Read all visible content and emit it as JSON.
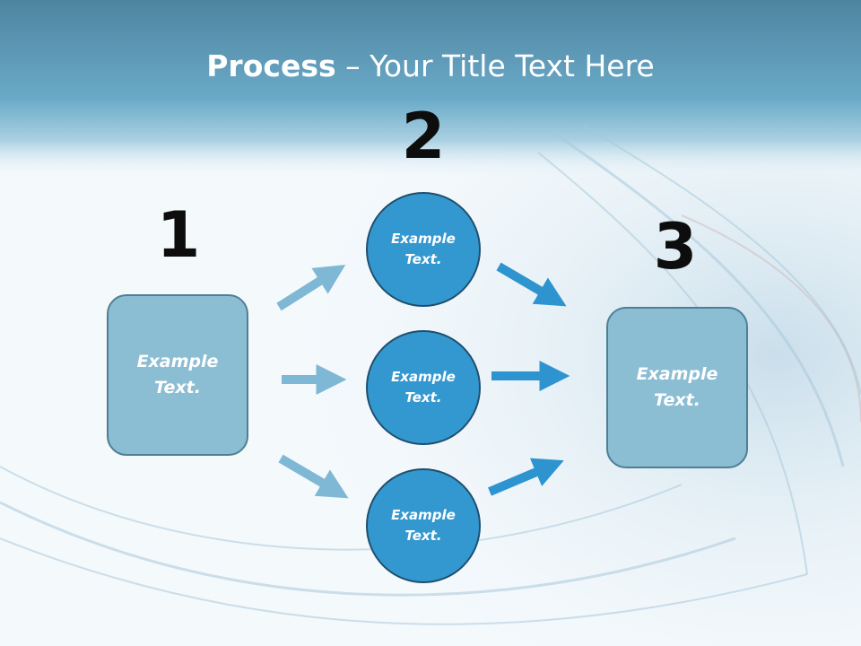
{
  "title": {
    "bold": "Process",
    "rest": " – Your Title Text Here"
  },
  "steps": [
    {
      "number": "1",
      "label": [
        "Example",
        "Text."
      ]
    },
    {
      "number": "2",
      "items": [
        {
          "label": [
            "Example",
            "Text."
          ]
        },
        {
          "label": [
            "Example",
            "Text."
          ]
        },
        {
          "label": [
            "Example",
            "Text."
          ]
        }
      ]
    },
    {
      "number": "3",
      "label": [
        "Example",
        "Text."
      ]
    }
  ],
  "colors": {
    "header_band": "#5b9fbd",
    "box_fill": "#8bbdd3",
    "circle_fill": "#3498d0",
    "arrow_light": "#7fb8d4",
    "arrow_dark": "#2e94cf"
  }
}
